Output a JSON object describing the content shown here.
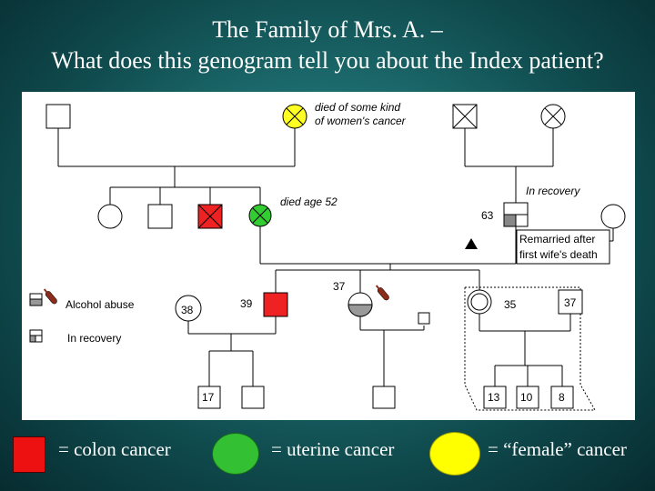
{
  "title": {
    "line1": "The Family of Mrs. A. –",
    "line2": "What does this genogram tell you about the Index patient?"
  },
  "annotations": {
    "womens_cancer_line1": "died of some kind",
    "womens_cancer_line2": "of women's cancer",
    "in_recovery_top": "In recovery",
    "died_age_52": "died age 52",
    "age_63": "63",
    "remarried_line1": "Remarried after",
    "remarried_line2": "first wife's death",
    "age_37_top": "37",
    "age_38": "38",
    "age_39": "39",
    "age_35": "35",
    "age_37_box": "37",
    "age_17": "17",
    "age_13": "13",
    "age_10": "10",
    "age_8": "8"
  },
  "key": {
    "alcohol_abuse": "Alcohol abuse",
    "in_recovery": "In recovery"
  },
  "legend": {
    "colon_cancer": "= colon cancer",
    "uterine_cancer": "= uterine cancer",
    "female_cancer": "= “female” cancer",
    "colors": {
      "colon": "#ee1111",
      "uterine": "#33c033",
      "female": "#ffff00"
    }
  },
  "colors": {
    "male_colon": "#ee2222",
    "female_uterine": "#33cc33",
    "female_cancer": "#ffff22"
  }
}
